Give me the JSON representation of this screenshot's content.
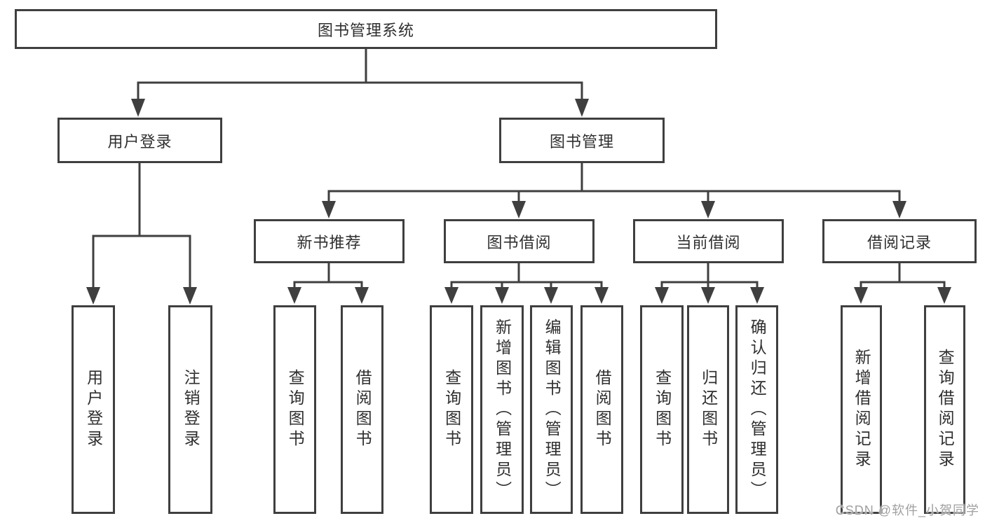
{
  "diagram": {
    "root": {
      "label": "图书管理系统"
    },
    "branches": [
      {
        "label": "用户登录",
        "children": [
          {
            "label": "用户登录"
          },
          {
            "label": "注销登录"
          }
        ]
      },
      {
        "label": "图书管理",
        "children": [
          {
            "label": "新书推荐",
            "children": [
              {
                "label": "查询图书"
              },
              {
                "label": "借阅图书"
              }
            ]
          },
          {
            "label": "图书借阅",
            "children": [
              {
                "label": "查询图书"
              },
              {
                "label": "新增图书（管理员）"
              },
              {
                "label": "编辑图书（管理员）"
              },
              {
                "label": "借阅图书"
              }
            ]
          },
          {
            "label": "当前借阅",
            "children": [
              {
                "label": "查询图书"
              },
              {
                "label": "归还图书"
              },
              {
                "label": "确认归还（管理员）"
              }
            ]
          },
          {
            "label": "借阅记录",
            "children": [
              {
                "label": "新增借阅记录"
              },
              {
                "label": "查询借阅记录"
              }
            ]
          }
        ]
      }
    ]
  },
  "watermark": {
    "text": "CSDN @软件_小贺同学"
  },
  "colors": {
    "line": "#3f3f3f",
    "text": "#2f2f2f",
    "watermark": "#a0a0a0",
    "background": "#ffffff"
  }
}
